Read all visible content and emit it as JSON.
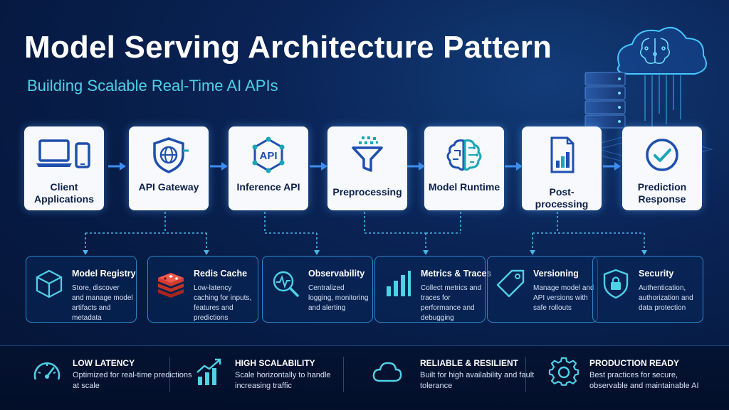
{
  "header": {
    "title": "Model Serving Architecture Pattern",
    "subtitle": "Building Scalable Real-Time AI APIs"
  },
  "pipeline": {
    "steps": [
      {
        "label": "Client Applications",
        "icon": "laptop-phone-icon"
      },
      {
        "label": "API Gateway",
        "icon": "shield-globe-icon"
      },
      {
        "label": "Inference API",
        "icon": "api-hexagon-icon",
        "icon_text": "API"
      },
      {
        "label": "Preprocessing",
        "icon": "funnel-icon"
      },
      {
        "label": "Model Runtime",
        "icon": "brain-circuit-icon"
      },
      {
        "label": "Post-processing",
        "icon": "document-chart-icon"
      },
      {
        "label": "Prediction Response",
        "icon": "check-circle-icon"
      }
    ]
  },
  "components": [
    {
      "title": "Model Registry",
      "description": "Store, discover and manage model artifacts and metadata",
      "icon": "cube-icon"
    },
    {
      "title": "Redis Cache",
      "description": "Low-latency caching for inputs, features and predictions",
      "icon": "redis-icon"
    },
    {
      "title": "Observability",
      "description": "Centralized logging, monitoring and alerting",
      "icon": "magnifier-pulse-icon"
    },
    {
      "title": "Metrics & Traces",
      "description": "Collect metrics and traces for performance and debugging",
      "icon": "bar-chart-icon"
    },
    {
      "title": "Versioning",
      "description": "Manage model and API versions with safe rollouts",
      "icon": "tag-icon"
    },
    {
      "title": "Security",
      "description": "Authentication, authorization and data protection",
      "icon": "shield-lock-icon"
    }
  ],
  "features": [
    {
      "title": "LOW LATENCY",
      "description": "Optimized for real-time predictions at scale",
      "icon": "speedometer-icon"
    },
    {
      "title": "HIGH SCALABILITY",
      "description": "Scale horizontally to handle increasing traffic",
      "icon": "growth-chart-icon"
    },
    {
      "title": "RELIABLE & RESILIENT",
      "description": "Built for high availability and fault tolerance",
      "icon": "cloud-icon"
    },
    {
      "title": "PRODUCTION READY",
      "description": "Best practices for secure, observable and maintainable AI",
      "icon": "gear-icon"
    }
  ],
  "colors": {
    "accent": "#4fd1e6",
    "icon_blue": "#1f4fae",
    "icon_teal": "#1aa6b7",
    "redis_red": "#d63a2f",
    "arrow": "#3d8ef0"
  }
}
